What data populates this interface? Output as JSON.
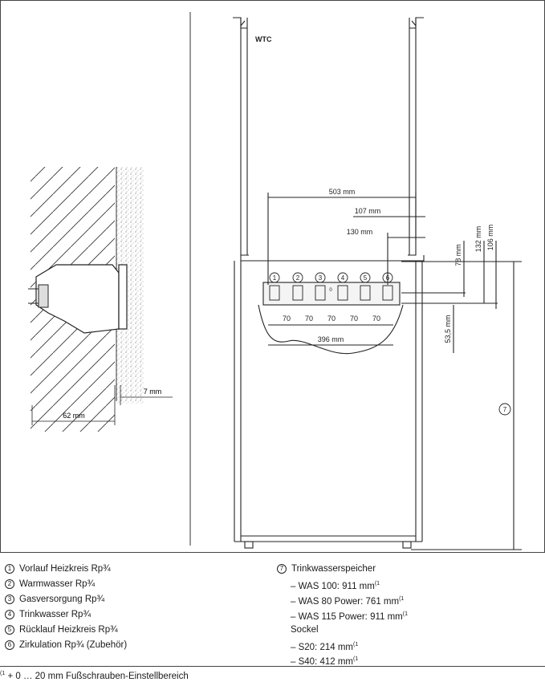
{
  "drawing": {
    "unit_label": "WTC",
    "dim_503": "503 mm",
    "dim_107": "107 mm",
    "dim_130": "130 mm",
    "dim_78": "78 mm",
    "dim_132": "132 mm",
    "dim_106": "106 mm",
    "dim_53": "53,5 mm",
    "dim_396": "396 mm",
    "dim_70": "70",
    "dim_7": "7 mm",
    "dim_62": "62 mm",
    "circled": [
      "1",
      "2",
      "3",
      "4",
      "5",
      "6",
      "7"
    ],
    "small_0": "0"
  },
  "legend_left": [
    {
      "n": "1",
      "text": "Vorlauf Heizkreis Rp¾"
    },
    {
      "n": "2",
      "text": "Warmwasser Rp¾"
    },
    {
      "n": "3",
      "text": "Gasversorgung Rp¾"
    },
    {
      "n": "4",
      "text": "Trinkwasser Rp¾"
    },
    {
      "n": "5",
      "text": "Rücklauf Heizkreis Rp¾"
    },
    {
      "n": "6",
      "text": "Zirkulation Rp¾ (Zubehör)"
    }
  ],
  "legend_right": {
    "n": "7",
    "title": "Trinkwasserspeicher",
    "lines": [
      {
        "text": "– WAS 100: 911 mm",
        "ref": "(1"
      },
      {
        "text": "– WAS 80 Power: 761 mm",
        "ref": "(1"
      },
      {
        "text": "– WAS 115 Power: 911 mm",
        "ref": "(1"
      }
    ],
    "sockel": "Sockel",
    "sockel_lines": [
      {
        "text": "– S20: 214 mm",
        "ref": "(1"
      },
      {
        "text": "– S40: 412 mm",
        "ref": "(1"
      }
    ]
  },
  "footnote": {
    "ref": "(1",
    "text": "+ 0 … 20 mm Fußschrauben-Einstellbereich"
  }
}
